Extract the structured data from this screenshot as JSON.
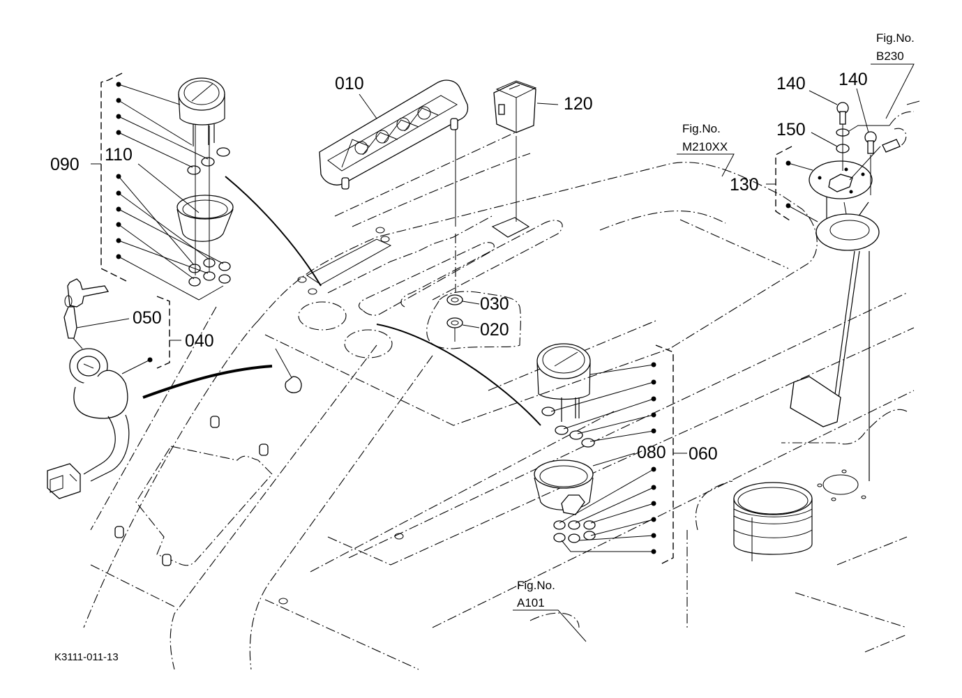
{
  "diagram": {
    "drawing_code": "K3111-011-13",
    "part_labels": {
      "p010": "010",
      "p020": "020",
      "p030": "030",
      "p040": "040",
      "p050": "050",
      "p060": "060",
      "p080": "080",
      "p090": "090",
      "p110": "110",
      "p120": "120",
      "p130": "130",
      "p140a": "140",
      "p140b": "140",
      "p150": "150"
    },
    "figure_refs": [
      {
        "caption": "Fig.No.",
        "ref": "B230"
      },
      {
        "caption": "Fig.No.",
        "ref": "M210XX"
      },
      {
        "caption": "Fig.No.",
        "ref": "A101"
      }
    ]
  }
}
